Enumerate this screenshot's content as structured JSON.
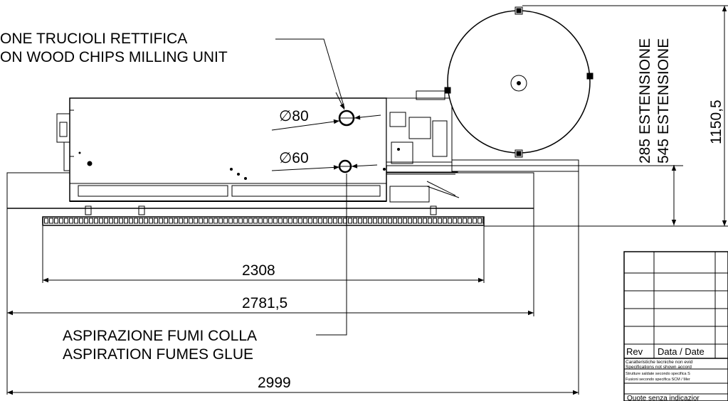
{
  "labels": {
    "chips_line1": "ONE TRUCIOLI RETTIFICA",
    "chips_line2": "ON WOOD CHIPS MILLING UNIT",
    "fumes_line1": "ASPIRAZIONE FUMI COLLA",
    "fumes_line2": "ASPIRATION FUMES GLUE"
  },
  "diameters": {
    "d80": "∅80",
    "d60": "∅60"
  },
  "dimensions": {
    "d2308": "2308",
    "d2781": "2781,5",
    "d2999": "2999",
    "d1150": "1150,5",
    "ext285": "285  ESTENSIONE",
    "ext545": "545  ESTENSIONE"
  },
  "title_block": {
    "rev": "Rev",
    "date": "Data / Date",
    "note1": "Caratteristiche tecniche non evid",
    "note2": "Specifications not shown accord",
    "note3": "Strutture saldate secondo specifica S",
    "note4": "Fusioni secondo specifica SCM / Mer",
    "note5": "Quote senza indicazior"
  }
}
